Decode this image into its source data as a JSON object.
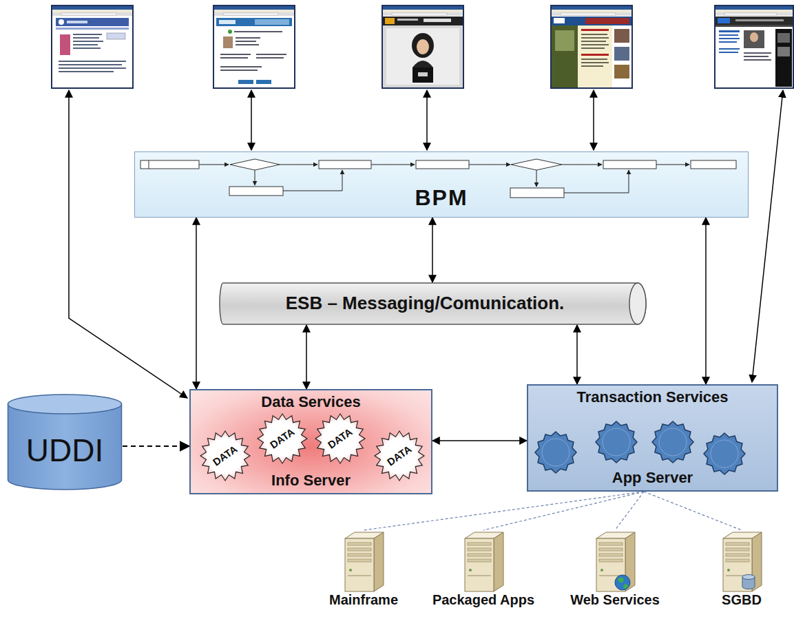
{
  "diagram": {
    "nodes": [
      {
        "text": [
          "BPM"
        ]
      },
      {
        "text": [
          "ESB – Messaging/Comunication."
        ]
      },
      {
        "text": [
          "UDDI"
        ]
      },
      {
        "text": [
          "Data Services",
          "Info Server"
        ]
      },
      {
        "text": [
          "DATA"
        ],
        "in": 3
      },
      {
        "text": [
          "DATA"
        ],
        "in": 3
      },
      {
        "text": [
          "DATA"
        ],
        "in": 3
      },
      {
        "text": [
          "DATA"
        ],
        "in": 3
      },
      {
        "text": [
          "Transaction Services",
          "App Server"
        ]
      },
      {
        "text": [
          "Mainframe"
        ]
      },
      {
        "text": [
          "Packaged Apps"
        ]
      },
      {
        "text": [
          "Web Services"
        ]
      },
      {
        "text": [
          "SGBD"
        ]
      }
    ],
    "edges": [
      {
        "from": 0,
        "to": 1,
        "arrow": "both"
      },
      {
        "from": 0,
        "to": 3,
        "arrow": "both"
      },
      {
        "from": 0,
        "to": 8,
        "arrow": "both"
      },
      {
        "from": 1,
        "to": 3,
        "arrow": "both"
      },
      {
        "from": 1,
        "to": 8,
        "arrow": "both"
      },
      {
        "from": 2,
        "to": 3,
        "arrow": "to"
      },
      {
        "from": 3,
        "to": 8,
        "arrow": "both"
      },
      {
        "from": 8,
        "to": 9,
        "arrow": "none"
      },
      {
        "from": 8,
        "to": 10,
        "arrow": "none"
      },
      {
        "from": 8,
        "to": 11,
        "arrow": "none"
      },
      {
        "from": 8,
        "to": 12,
        "arrow": "none"
      }
    ]
  }
}
